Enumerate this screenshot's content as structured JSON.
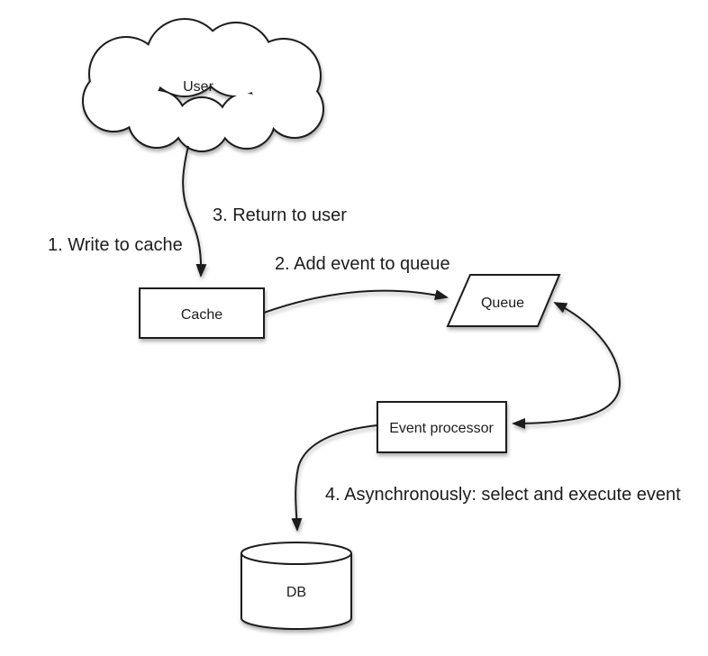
{
  "diagram": {
    "type": "flow-diagram",
    "background_color": "#ffffff",
    "stroke_color": "#1f1f1f",
    "text_color": "#1c1c1c",
    "nodes": {
      "user": {
        "label": "User",
        "shape": "cloud"
      },
      "cache": {
        "label": "Cache",
        "shape": "rectangle"
      },
      "queue": {
        "label": "Queue",
        "shape": "parallelogram"
      },
      "event_processor": {
        "label": "Event processor",
        "shape": "rectangle"
      },
      "db": {
        "label": "DB",
        "shape": "cylinder"
      }
    },
    "edges": [
      {
        "from": "user",
        "to": "cache",
        "arrow": "end"
      },
      {
        "from": "cache",
        "to": "queue",
        "arrow": "end"
      },
      {
        "from": "queue",
        "to": "event_processor",
        "arrow": "both"
      },
      {
        "from": "event_processor",
        "to": "db",
        "arrow": "end"
      }
    ],
    "annotations": [
      {
        "id": "step-1",
        "text": "1. Write to cache"
      },
      {
        "id": "step-2",
        "text": "2. Add event to queue"
      },
      {
        "id": "step-3",
        "text": "3. Return to user"
      },
      {
        "id": "step-4",
        "text": "4. Asynchronously: select and execute event"
      }
    ]
  }
}
